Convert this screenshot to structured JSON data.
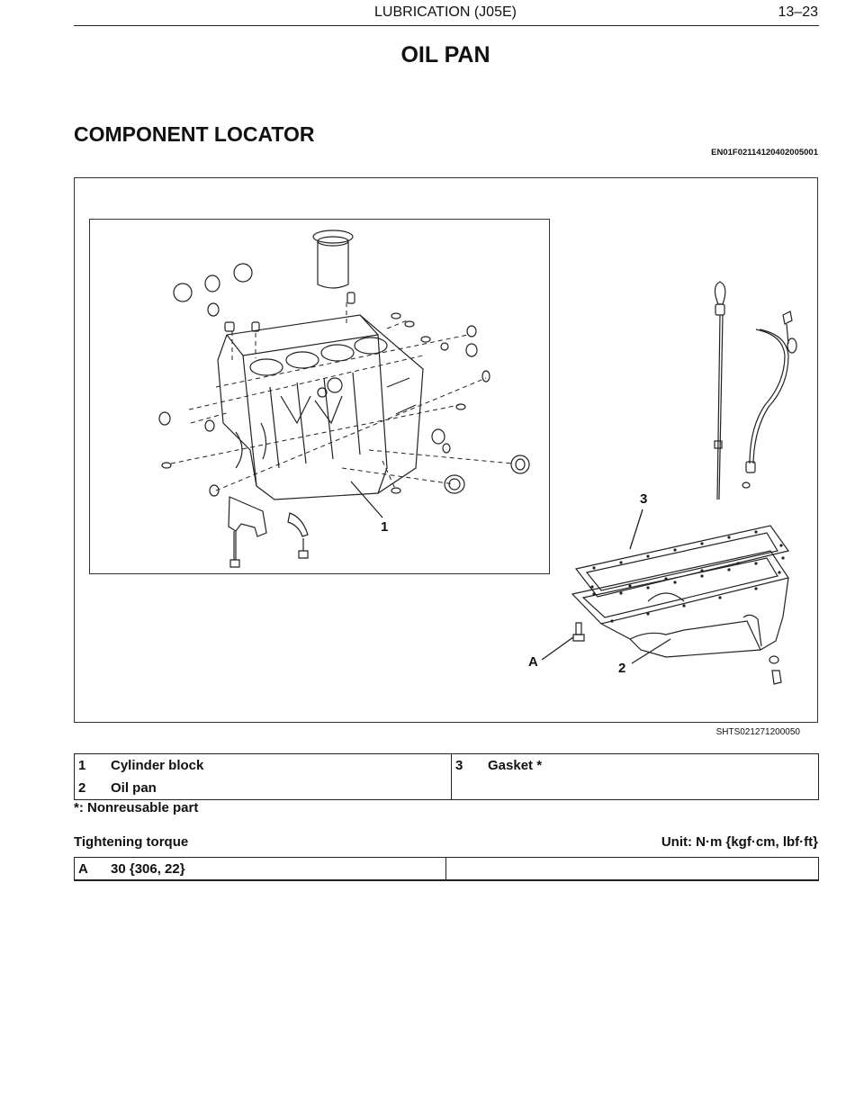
{
  "header": {
    "section": "LUBRICATION (J05E)",
    "page": "13–23"
  },
  "page_title": "OIL PAN",
  "section_title": "COMPONENT LOCATOR",
  "doc_code": "EN01F02114120402005001",
  "figure": {
    "code": "SHTS021271200050",
    "callouts": {
      "c1": "1",
      "c2": "2",
      "c3": "3",
      "cA": "A"
    }
  },
  "parts": [
    {
      "num": "1",
      "name": "Cylinder block"
    },
    {
      "num": "2",
      "name": "Oil pan"
    },
    {
      "num": "3",
      "name": "Gasket *"
    }
  ],
  "footnote": "*: Nonreusable part",
  "torque": {
    "label": "Tightening torque",
    "unit": "Unit: N·m {kgf·cm, lbf·ft}",
    "rows": [
      {
        "key": "A",
        "value": "30 {306, 22}"
      }
    ]
  }
}
